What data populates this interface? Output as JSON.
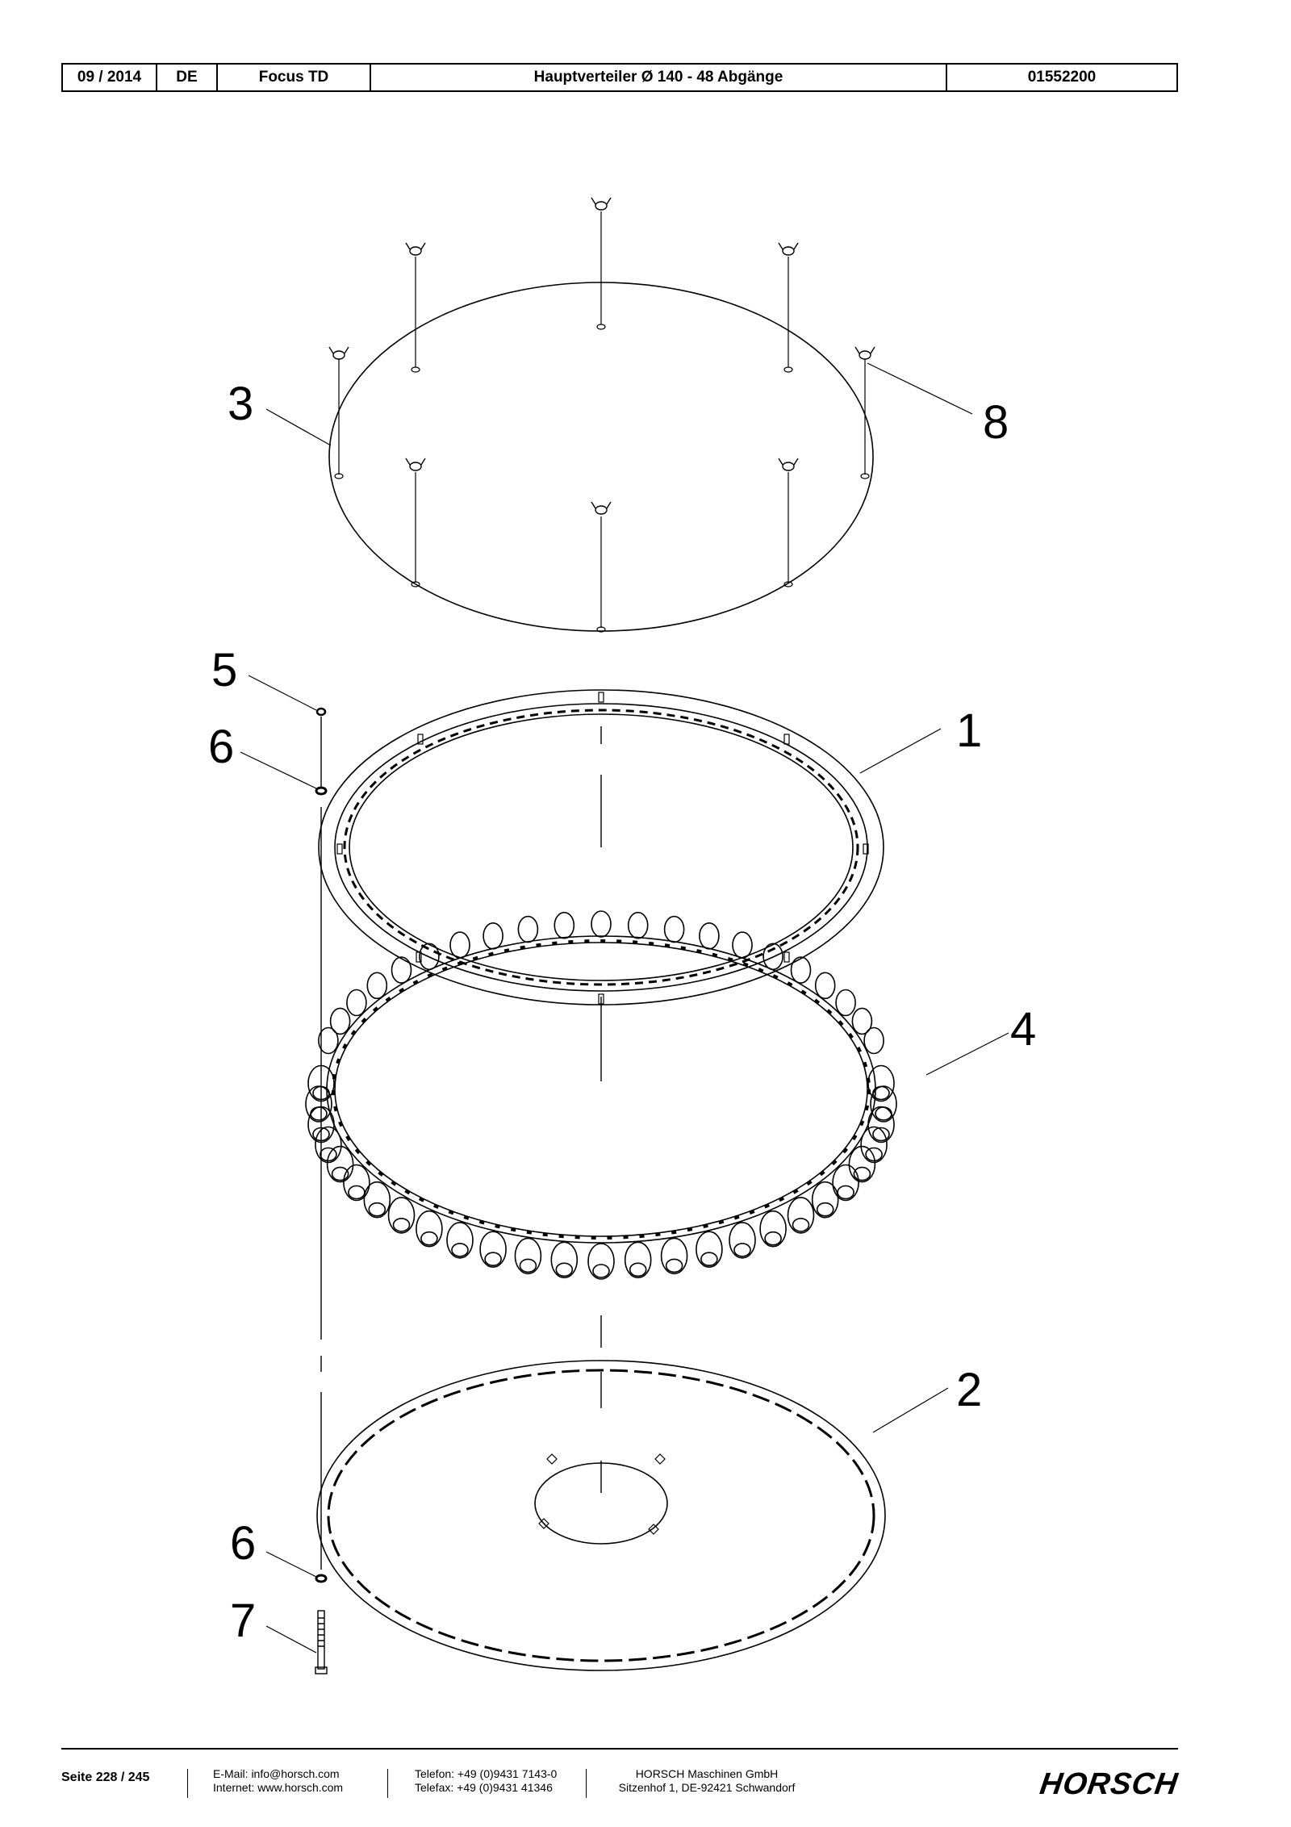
{
  "header": {
    "date": "09 / 2014",
    "language": "DE",
    "model": "Focus TD",
    "title": "Hauptverteiler Ø 140 - 48 Abgänge",
    "part_number": "01552200"
  },
  "callouts": [
    "1",
    "2",
    "3",
    "4",
    "5",
    "6",
    "6",
    "7",
    "8"
  ],
  "footer": {
    "page": "Seite 228 / 245",
    "email": "E-Mail: info@horsch.com",
    "internet": "Internet: www.horsch.com",
    "phone": "Telefon: +49 (0)9431 7143-0",
    "fax": "Telefax: +49 (0)9431 41346",
    "company": "HORSCH Maschinen GmbH",
    "address": "Sitzenhof 1, DE-92421 Schwandorf",
    "logo": "HORSCH"
  }
}
